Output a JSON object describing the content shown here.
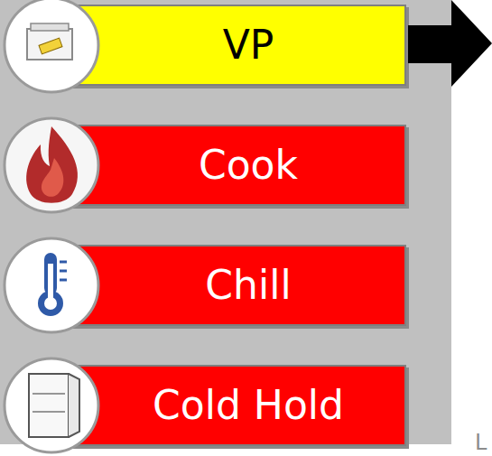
{
  "diagram": {
    "nodes": [
      {
        "text": [
          "VP"
        ]
      },
      {
        "text": [
          "Cook"
        ]
      },
      {
        "text": [
          "Chill"
        ]
      },
      {
        "text": [
          "Cold Hold"
        ]
      }
    ],
    "labels": [
      "L"
    ]
  }
}
